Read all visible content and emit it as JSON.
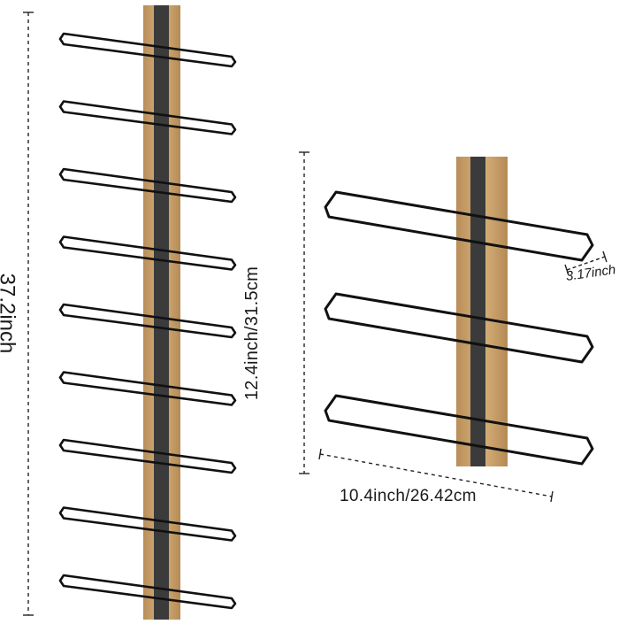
{
  "product": {
    "tall_rack": {
      "dimension_label": "37.2inch",
      "rails": 9
    },
    "short_rack": {
      "height_label": "12.4inch/31.5cm",
      "depth_label": "3.17inch",
      "width_label": "10.4inch/26.42cm",
      "rails": 3
    }
  },
  "colors": {
    "wood": "#c9a06b",
    "wood_dark": "#a87b46",
    "strap": "#3b3b3b",
    "wire": "#111111",
    "guide": "#222222"
  }
}
